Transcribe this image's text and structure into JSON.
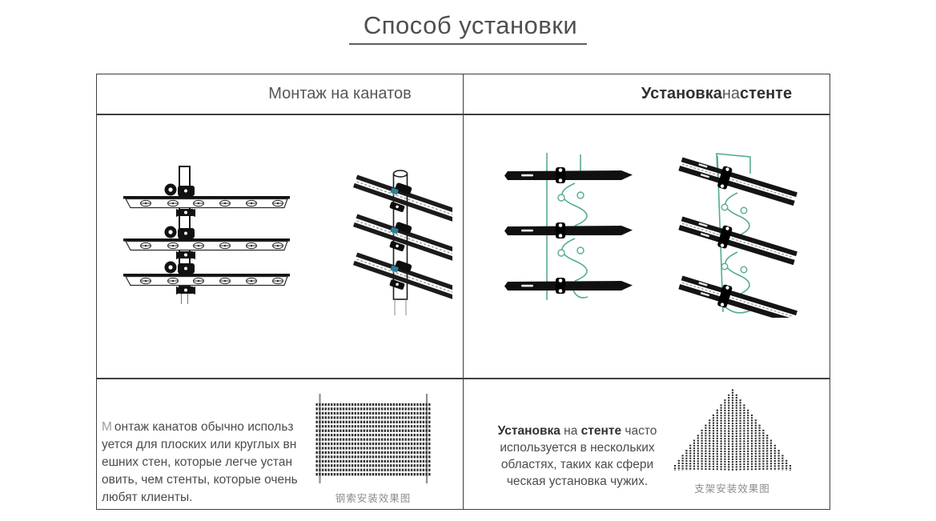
{
  "title": "Способ установки",
  "columns": {
    "cable": {
      "header": "Монтаж на канатов",
      "description_lead": "М",
      "description_rest": "онтаж канатов обычно использ\nуется для плоских или круглых вн\nешних стен, которые легче устан\nовить, чем стенты, которые очень\nлюбят клиенты.",
      "figure_caption": "钢索安装效果图"
    },
    "stand": {
      "header": {
        "term1": "Установка",
        "mid": " на ",
        "term2": "стенте"
      },
      "description": {
        "term1": "Установка",
        "mid": " на ",
        "term2": "стенте",
        "rest": " часто\nиспользуется в нескольких\nобластях, таких как сфери\nческая установка чужих."
      },
      "figure_caption": "支架安装效果图"
    }
  },
  "icons": {
    "cable_front": "cable-mount-front-diagram",
    "cable_perspective": "cable-mount-perspective-diagram",
    "stand_front": "stand-mount-front-diagram",
    "stand_perspective": "stand-mount-perspective-diagram",
    "cable_mesh": "cable-mesh-screen-diagram",
    "stand_pyramid": "pyramid-screen-diagram"
  },
  "colors": {
    "ink": "#1a1a1a",
    "bracket_green": "#54ab8f",
    "clamp_teal": "#2d8096",
    "text_gray": "#4c4c4c",
    "border_gray": "#3f3f3f",
    "caption_gray": "#8c8c8c"
  }
}
